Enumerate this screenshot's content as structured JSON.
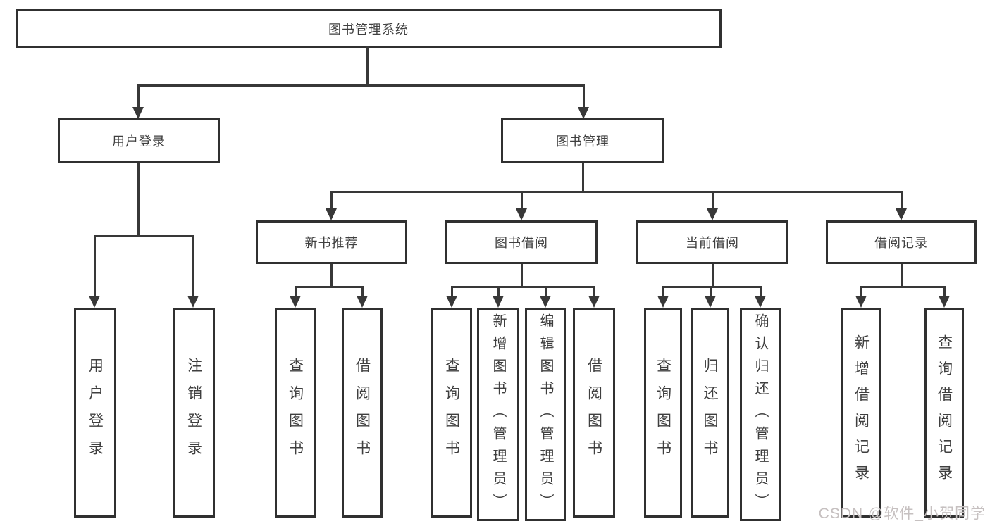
{
  "colors": {
    "background": "#ffffff",
    "box_border": "#303030",
    "line": "#383838",
    "text": "#3f3f3f",
    "watermark": "#c6c0c0"
  },
  "watermark": {
    "text": "CSDN @软件_小贺同学"
  },
  "tree": {
    "root": {
      "label": "图书管理系统"
    },
    "branches": [
      {
        "label": "用户登录",
        "leaves": [
          {
            "label": "用户登录"
          },
          {
            "label": "注销登录"
          }
        ]
      },
      {
        "label": "图书管理",
        "groups": [
          {
            "label": "新书推荐",
            "leaves": [
              {
                "label": "查询图书"
              },
              {
                "label": "借阅图书"
              }
            ]
          },
          {
            "label": "图书借阅",
            "leaves": [
              {
                "label": "查询图书"
              },
              {
                "label": "新增图书（管理员）"
              },
              {
                "label": "编辑图书（管理员）"
              },
              {
                "label": "借阅图书"
              }
            ]
          },
          {
            "label": "当前借阅",
            "leaves": [
              {
                "label": "查询图书"
              },
              {
                "label": "归还图书"
              },
              {
                "label": "确认归还（管理员）"
              }
            ]
          },
          {
            "label": "借阅记录",
            "leaves": [
              {
                "label": "新增借阅记录"
              },
              {
                "label": "查询借阅记录"
              }
            ]
          }
        ]
      }
    ]
  }
}
